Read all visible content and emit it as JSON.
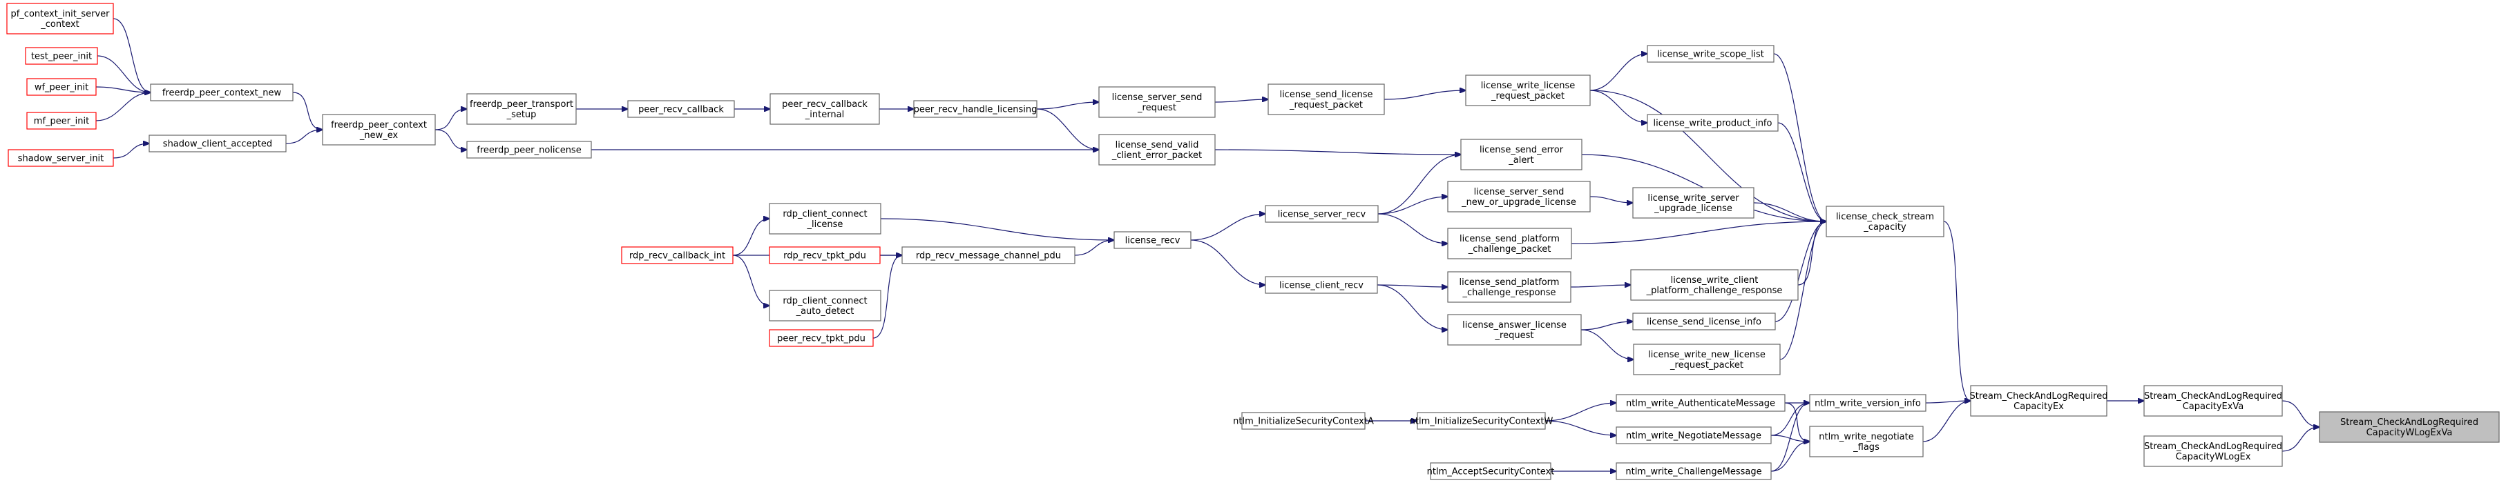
{
  "nodes": [
    {
      "id": "n1",
      "lines": [
        "pf_context_init_server",
        "_context"
      ],
      "style": "red"
    },
    {
      "id": "n2",
      "lines": [
        "test_peer_init"
      ],
      "style": "red"
    },
    {
      "id": "n3",
      "lines": [
        "wf_peer_init"
      ],
      "style": "red"
    },
    {
      "id": "n4",
      "lines": [
        "mf_peer_init"
      ],
      "style": "red"
    },
    {
      "id": "n5",
      "lines": [
        "shadow_server_init"
      ],
      "style": "red"
    },
    {
      "id": "n6",
      "lines": [
        "freerdp_peer_context_new"
      ],
      "style": "normal"
    },
    {
      "id": "n7",
      "lines": [
        "shadow_client_accepted"
      ],
      "style": "normal"
    },
    {
      "id": "n8",
      "lines": [
        "freerdp_peer_context",
        "_new_ex"
      ],
      "style": "normal"
    },
    {
      "id": "n9",
      "lines": [
        "freerdp_peer_transport",
        "_setup"
      ],
      "style": "normal"
    },
    {
      "id": "n10",
      "lines": [
        "freerdp_peer_nolicense"
      ],
      "style": "normal"
    },
    {
      "id": "n11",
      "lines": [
        "peer_recv_callback"
      ],
      "style": "normal"
    },
    {
      "id": "n12",
      "lines": [
        "peer_recv_callback",
        "_internal"
      ],
      "style": "normal"
    },
    {
      "id": "n13",
      "lines": [
        "peer_recv_handle_licensing"
      ],
      "style": "normal"
    },
    {
      "id": "n14",
      "lines": [
        "license_server_send",
        "_request"
      ],
      "style": "normal"
    },
    {
      "id": "n15",
      "lines": [
        "license_send_valid",
        "_client_error_packet"
      ],
      "style": "normal"
    },
    {
      "id": "n16",
      "lines": [
        "license_send_license",
        "_request_packet"
      ],
      "style": "normal"
    },
    {
      "id": "n17",
      "lines": [
        "license_write_license",
        "_request_packet"
      ],
      "style": "normal"
    },
    {
      "id": "n18",
      "lines": [
        "license_write_scope_list"
      ],
      "style": "normal"
    },
    {
      "id": "n19",
      "lines": [
        "license_write_product_info"
      ],
      "style": "normal"
    },
    {
      "id": "n20",
      "lines": [
        "license_send_error",
        "_alert"
      ],
      "style": "normal"
    },
    {
      "id": "n21",
      "lines": [
        "rdp_recv_callback_int"
      ],
      "style": "red"
    },
    {
      "id": "n22",
      "lines": [
        "rdp_client_connect",
        "_license"
      ],
      "style": "normal"
    },
    {
      "id": "n23",
      "lines": [
        "rdp_recv_tpkt_pdu"
      ],
      "style": "red"
    },
    {
      "id": "n24",
      "lines": [
        "rdp_client_connect",
        "_auto_detect"
      ],
      "style": "normal"
    },
    {
      "id": "n25",
      "lines": [
        "peer_recv_tpkt_pdu"
      ],
      "style": "red"
    },
    {
      "id": "n26",
      "lines": [
        "rdp_recv_message_channel_pdu"
      ],
      "style": "normal"
    },
    {
      "id": "n27",
      "lines": [
        "license_recv"
      ],
      "style": "normal"
    },
    {
      "id": "n28",
      "lines": [
        "license_server_recv"
      ],
      "style": "normal"
    },
    {
      "id": "n29",
      "lines": [
        "license_client_recv"
      ],
      "style": "normal"
    },
    {
      "id": "n30",
      "lines": [
        "license_server_send",
        "_new_or_upgrade_license"
      ],
      "style": "normal"
    },
    {
      "id": "n31",
      "lines": [
        "license_send_platform",
        "_challenge_packet"
      ],
      "style": "normal"
    },
    {
      "id": "n32",
      "lines": [
        "license_send_platform",
        "_challenge_response"
      ],
      "style": "normal"
    },
    {
      "id": "n33",
      "lines": [
        "license_answer_license",
        "_request"
      ],
      "style": "normal"
    },
    {
      "id": "n34",
      "lines": [
        "license_write_server",
        "_upgrade_license"
      ],
      "style": "normal"
    },
    {
      "id": "n35",
      "lines": [
        "license_write_client",
        "_platform_challenge_response"
      ],
      "style": "normal"
    },
    {
      "id": "n36",
      "lines": [
        "license_send_license_info"
      ],
      "style": "normal"
    },
    {
      "id": "n37",
      "lines": [
        "license_write_new_license",
        "_request_packet"
      ],
      "style": "normal"
    },
    {
      "id": "n38",
      "lines": [
        "license_check_stream",
        "_capacity"
      ],
      "style": "normal"
    },
    {
      "id": "n39",
      "lines": [
        "ntlm_InitializeSecurityContextA"
      ],
      "style": "normal"
    },
    {
      "id": "n40",
      "lines": [
        "ntlm_InitializeSecurityContextW"
      ],
      "style": "normal"
    },
    {
      "id": "n41",
      "lines": [
        "ntlm_AcceptSecurityContext"
      ],
      "style": "normal"
    },
    {
      "id": "n42",
      "lines": [
        "ntlm_write_AuthenticateMessage"
      ],
      "style": "normal"
    },
    {
      "id": "n43",
      "lines": [
        "ntlm_write_NegotiateMessage"
      ],
      "style": "normal"
    },
    {
      "id": "n44",
      "lines": [
        "ntlm_write_ChallengeMessage"
      ],
      "style": "normal"
    },
    {
      "id": "n45",
      "lines": [
        "ntlm_write_version_info"
      ],
      "style": "normal"
    },
    {
      "id": "n46",
      "lines": [
        "ntlm_write_negotiate",
        "_flags"
      ],
      "style": "normal"
    },
    {
      "id": "n47",
      "lines": [
        "Stream_CheckAndLogRequired",
        "CapacityEx"
      ],
      "style": "normal"
    },
    {
      "id": "n48",
      "lines": [
        "Stream_CheckAndLogRequired",
        "CapacityExVa"
      ],
      "style": "normal"
    },
    {
      "id": "n49",
      "lines": [
        "Stream_CheckAndLogRequired",
        "CapacityWLogEx"
      ],
      "style": "normal"
    },
    {
      "id": "n50",
      "lines": [
        "Stream_CheckAndLogRequired",
        "CapacityWLogExVa"
      ],
      "style": "focus"
    }
  ],
  "edges": [
    [
      "n1",
      "n6"
    ],
    [
      "n2",
      "n6"
    ],
    [
      "n3",
      "n6"
    ],
    [
      "n4",
      "n6"
    ],
    [
      "n5",
      "n7"
    ],
    [
      "n6",
      "n8"
    ],
    [
      "n7",
      "n8"
    ],
    [
      "n8",
      "n9"
    ],
    [
      "n8",
      "n10"
    ],
    [
      "n9",
      "n11"
    ],
    [
      "n11",
      "n12"
    ],
    [
      "n12",
      "n13"
    ],
    [
      "n13",
      "n14"
    ],
    [
      "n13",
      "n15"
    ],
    [
      "n10",
      "n15"
    ],
    [
      "n14",
      "n16"
    ],
    [
      "n16",
      "n17"
    ],
    [
      "n17",
      "n18"
    ],
    [
      "n17",
      "n19"
    ],
    [
      "n15",
      "n20"
    ],
    [
      "n21",
      "n22"
    ],
    [
      "n21",
      "n24"
    ],
    [
      "n21",
      "n26"
    ],
    [
      "n23",
      "n26"
    ],
    [
      "n25",
      "n26"
    ],
    [
      "n22",
      "n27"
    ],
    [
      "n26",
      "n27"
    ],
    [
      "n27",
      "n28"
    ],
    [
      "n27",
      "n29"
    ],
    [
      "n28",
      "n20"
    ],
    [
      "n28",
      "n30"
    ],
    [
      "n28",
      "n31"
    ],
    [
      "n29",
      "n32"
    ],
    [
      "n29",
      "n33"
    ],
    [
      "n30",
      "n34"
    ],
    [
      "n32",
      "n35"
    ],
    [
      "n33",
      "n36"
    ],
    [
      "n33",
      "n37"
    ],
    [
      "n18",
      "n38"
    ],
    [
      "n19",
      "n38"
    ],
    [
      "n17",
      "n38"
    ],
    [
      "n20",
      "n38"
    ],
    [
      "n34",
      "n38"
    ],
    [
      "n31",
      "n38"
    ],
    [
      "n35",
      "n38"
    ],
    [
      "n36",
      "n38"
    ],
    [
      "n37",
      "n38"
    ],
    [
      "n39",
      "n40"
    ],
    [
      "n40",
      "n42"
    ],
    [
      "n40",
      "n43"
    ],
    [
      "n41",
      "n44"
    ],
    [
      "n42",
      "n45"
    ],
    [
      "n42",
      "n46"
    ],
    [
      "n43",
      "n45"
    ],
    [
      "n43",
      "n46"
    ],
    [
      "n44",
      "n45"
    ],
    [
      "n44",
      "n46"
    ],
    [
      "n38",
      "n47"
    ],
    [
      "n45",
      "n47"
    ],
    [
      "n46",
      "n47"
    ],
    [
      "n47",
      "n48"
    ],
    [
      "n48",
      "n50"
    ],
    [
      "n49",
      "n50"
    ]
  ]
}
